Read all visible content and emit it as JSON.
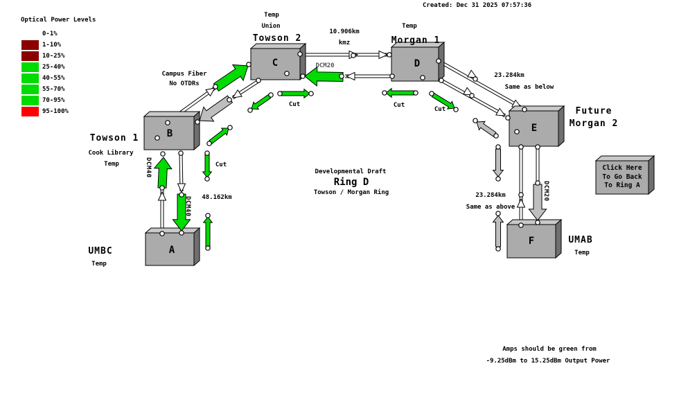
{
  "created": "Created: Dec 31 2025 07:57:36",
  "legend": {
    "title": "Optical Power Levels",
    "rows": [
      {
        "label": "0-1%",
        "color": ""
      },
      {
        "label": "1-10%",
        "color": "#8B0000"
      },
      {
        "label": "10-25%",
        "color": "#8B0000"
      },
      {
        "label": "25-40%",
        "color": "#00DB00"
      },
      {
        "label": "40-55%",
        "color": "#00DB00"
      },
      {
        "label": "55-70%",
        "color": "#00DB00"
      },
      {
        "label": "70-95%",
        "color": "#00DB00"
      },
      {
        "label": "95-100%",
        "color": "#FF0000"
      }
    ]
  },
  "title": {
    "line1": "Developmental Draft",
    "line2": "Ring D",
    "line3": "Towson / Morgan Ring"
  },
  "footnote": {
    "line1": "Amps should be green from",
    "line2": "-9.25dBm to 15.25dBm Output Power"
  },
  "nodes": {
    "a": {
      "letter": "A",
      "name": "UMBC",
      "sub": "Temp"
    },
    "b": {
      "letter": "B",
      "name": "Towson 1",
      "sub1": "Cook Library",
      "sub2": "Temp"
    },
    "c": {
      "letter": "C",
      "top1": "Temp",
      "top2": "Union",
      "name": "Towson 2"
    },
    "d": {
      "letter": "D",
      "top1": "Temp",
      "name": "Morgan 1"
    },
    "e": {
      "letter": "E",
      "name1": "Future",
      "name2": "Morgan 2"
    },
    "f": {
      "letter": "F",
      "name": "UMAB",
      "sub": "Temp"
    }
  },
  "edges": {
    "campus1": "Campus Fiber",
    "campus2": "No OTDRs",
    "cd_dist": "10.906km",
    "cd_link": "kmz",
    "dcm20": "DCM20",
    "dcm40": "DCM40",
    "de_dist": "23.284km",
    "de_note": "Same as below",
    "ef_dist": "23.284km",
    "ef_note": "Same as above",
    "ab_dist": "48.162km",
    "cut": "Cut"
  },
  "button": {
    "line1": "Click Here",
    "line2": "To Go Back",
    "line3": "To Ring A"
  },
  "colors": {
    "green": "#00DB00",
    "silver": "#BEBEBE",
    "red": "#FF0000",
    "dark_red": "#8B0000",
    "box_face": "#ABABAB",
    "box_top": "#C9C9C9",
    "box_side": "#6F6F6F"
  }
}
